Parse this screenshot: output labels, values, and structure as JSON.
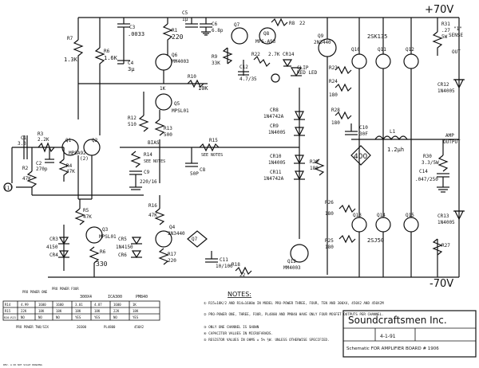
{
  "rails": {
    "pos": "+70V",
    "neg": "-70V",
    "sense_lines": [
      "\"1\"",
      "SENSE",
      "OUT"
    ],
    "amp_output": [
      "AMP",
      "OUTPUT"
    ]
  },
  "input": {
    "marker": "(1)"
  },
  "components": {
    "R7": "R7",
    "R7v": "1.3K",
    "R6": "R6",
    "R6v": "1.6K",
    "R1": "R1",
    "R1v": "220",
    "C3": "C3",
    "C3v": ".0033",
    "C4": "C4",
    "C4v": "3μ",
    "C5": "C5",
    "C5v": "1μ",
    "C6": "C6",
    "C6v": "6.8p",
    "Q6": "Q6",
    "Q6v": "MM4003",
    "Q7": "Q7",
    "Q8": "Q8",
    "Q8v": "MPS-A93",
    "R9": "R9",
    "R9v": "33K",
    "R8": "R8",
    "R8v": "22",
    "R10": "R10",
    "R10v": "10K",
    "R22": "R22",
    "R22v": "2.7K",
    "C12": "C12",
    "C12v": "4.7/35",
    "CR14": "CR14",
    "LED": "RED LED",
    "CLIP": "CLIP",
    "Q9": "Q9",
    "Q9v": "2N3440",
    "Q10": "Q10",
    "Q11": "Q11",
    "Q11v": "2SK135",
    "Q12": "Q12",
    "R31": "R31",
    "R31v": ".27",
    "R31w": "5W",
    "CR12": "CR12",
    "CR12v": "1N4005",
    "R23": "R23",
    "R24": "R24",
    "R24v": "180",
    "R28": "R28",
    "R28v": "180",
    "C10": "C10",
    "C10v": "30F",
    "L1": "L1",
    "L1v": "1.2μh",
    "R30": "R30",
    "R30v": "3.3/5W",
    "C14": "C14",
    "C14v": ".047/250",
    "CR13": "CR13",
    "CR13v": "1N4005",
    "Q5": "Q5",
    "Q5v": "MPSL01",
    "R12": "R12",
    "R12v": "510",
    "R13": "R13",
    "R13v": "500",
    "RK": "1K",
    "BIAS": "BIAS",
    "CR8": "CR8",
    "CR8v": "1N4742A",
    "CR9": "CR9",
    "CR9v": "1N4005",
    "CR10": "CR10",
    "CR10v": "1N4005",
    "CR11": "CR11",
    "CR11v": "1N4742A",
    "R29": "R29",
    "R29v": "180",
    "diamond": "400",
    "R15": "R15",
    "R15v": "SEE NOTES",
    "Q1": "Q1",
    "Q2": "Q2",
    "Q12p": "MPSA92",
    "Q12n": "(2)",
    "C1": "C1",
    "C1v": "3.3",
    "R3": "R3",
    "R3v": "2.2K",
    "C2": "C2",
    "C2v": "270p",
    "R4": "R4",
    "R4v": "47K",
    "R2": "R2",
    "R2v": "47K",
    "C8": "C8",
    "C8v": "50P",
    "R14": "R14",
    "R14v": "SEE NOTES",
    "C9": "C9",
    "C9v": "220/16",
    "R5": "R5",
    "R5v": "47K",
    "Q3": "Q3",
    "Q3v": "MPSL01",
    "CR3": "CR3",
    "CR3v": "4150",
    "CR4": "CR4",
    "R6b": "R6",
    "R6bv": "330",
    "R16": "R16",
    "R16v": "47K",
    "Q4": "Q4",
    "Q4v": "2N3440",
    "CR5": "CR5",
    "CR5v": "1N4150",
    "CR6": "CR6",
    "R17": "R17",
    "R17v": "220",
    "Q7b": "Q7",
    "C11": "C11",
    "C11v": "10/100",
    "R18": "R18",
    "R18v": "22",
    "Q12b": "Q12",
    "Q12bv": "MM4003",
    "R26": "R26",
    "R26v": "180",
    "R25": "R25",
    "R25v": "180",
    "Q13": "Q13",
    "Q14": "Q14",
    "Q15": "Q15",
    "Q14v": "2SJ50",
    "R27": "R27"
  },
  "table": {
    "col_headers": [
      "PRO POWER ONE",
      "PRO POWER FOUR",
      "300X4",
      "ICA300",
      "PM840"
    ],
    "rows": [
      [
        "R14",
        "4.99",
        "1600",
        "1600",
        "3.01",
        "4.87",
        "1600",
        "1K"
      ],
      [
        "R15",
        "22K",
        "18K",
        "18K",
        "18K",
        "18K",
        "22K",
        "18K"
      ],
      [
        "R20-R23",
        "NO",
        "NO",
        "NO",
        "YES",
        "YES",
        "NO",
        "YES"
      ]
    ],
    "footer": [
      "PRO POWER TWO/SIX",
      "20300",
      "PL4800",
      "450X2"
    ]
  },
  "notes": {
    "title": "NOTES:",
    "items": [
      "① R15=18K/2 AND R14=1600Ω IN MODEL PRO-POWER THREE, FOUR, TEN AND 300X4, 450X2 AND 450X2M",
      "② PRO-POWER ONE, THREE, FOUR, PL4800 AND PM840 HAVE ONLY FOUR MOSFET OUTPUTS PER CHANNEL.",
      "③ ONLY ONE CHANNEL IS SHOWN",
      "④ CAPACITOR VALUES IN MICROFARADS.",
      "⑤ RESISTOR VALUES IN OHMS ± 5% ½W. UNLESS OTHERWISE SPECIFIED."
    ]
  },
  "titleblock": {
    "company": "Soundcraftsmen Inc.",
    "date": "4-1-91",
    "title": "Schematic FOR AMPLIFIER BOARD # 1906"
  },
  "footer_text": "REV. A  DO NOT SCALE DRAWING"
}
